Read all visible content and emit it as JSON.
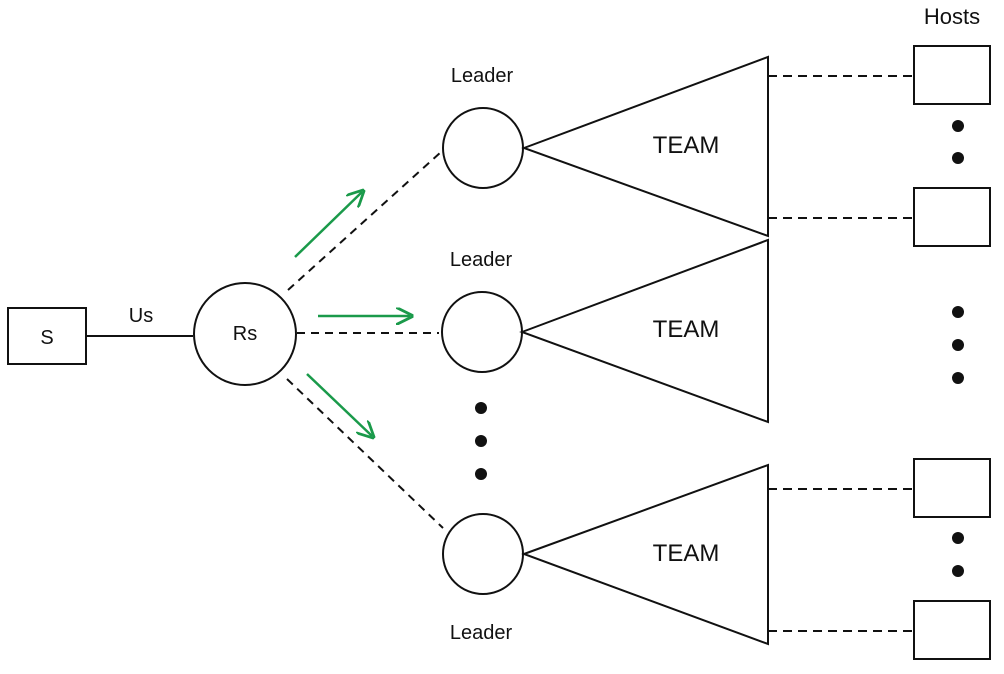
{
  "labels": {
    "hosts": "Hosts",
    "source": "S",
    "uplink": "Us",
    "relay": "Rs",
    "leader_top": "Leader",
    "leader_mid": "Leader",
    "leader_bot": "Leader",
    "team_top": "TEAM",
    "team_mid": "TEAM",
    "team_bot": "TEAM"
  },
  "colors": {
    "stroke": "#111111",
    "arrow": "#1a9a4a",
    "background": "#ffffff"
  }
}
